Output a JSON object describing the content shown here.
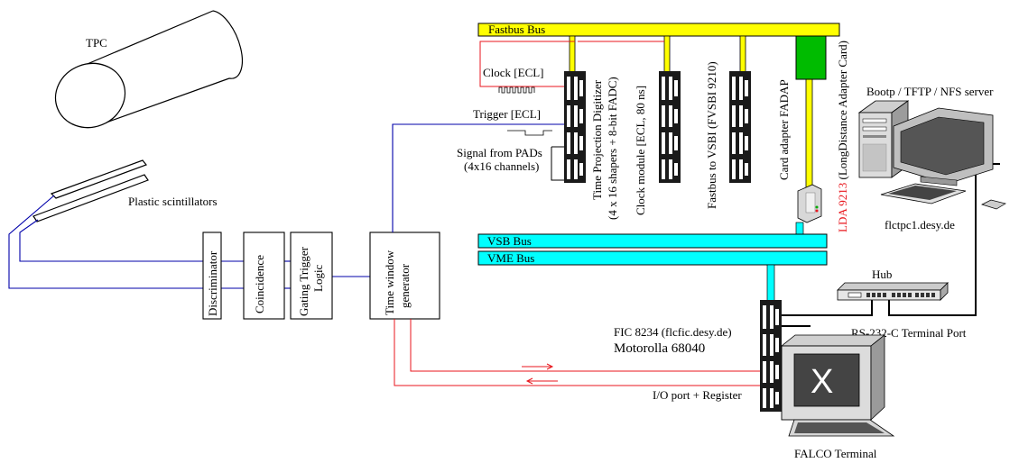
{
  "tpc": {
    "label": "TPC"
  },
  "scintillators": {
    "label": "Plastic scintillators"
  },
  "logic_boxes": {
    "discriminator": "Discriminator",
    "coincidence": "Coincidence",
    "gating_1": "Gating Trigger",
    "gating_2": "Logic",
    "time_window_1": "Time window",
    "time_window_2": "generator"
  },
  "signals": {
    "clock": "Clock [ECL]",
    "trigger": "Trigger [ECL]",
    "pads_1": "Signal from PADs",
    "pads_2": "(4x16 channels)"
  },
  "buses": {
    "fastbus": "Fastbus Bus",
    "vsb": "VSB Bus",
    "vme": "VME Bus"
  },
  "modules": {
    "tpd_1": "Time Projection Digitizer",
    "tpd_2": "(4 x 16 shapers + 8-bit FADC)",
    "clock_module": "Clock module [ECL, 80 ns]",
    "fvsbi": "Fastbus to VSBI (FVSBI 9210)",
    "fadap": "Card adapter FADAP",
    "lda": "LDA 9213",
    "lda_rest": "(LongDistance Adapter Card)"
  },
  "server": {
    "title": "Bootp  / TFTP / NFS server",
    "hostname": "flctpc1.desy.de"
  },
  "hub": {
    "label": "Hub"
  },
  "fic": {
    "label": "FIC 8234  (flcfic.desy.de)",
    "cpu": "Motorolla 68040",
    "io": "I/O port + Register"
  },
  "terminal": {
    "port": "RS-232-C Terminal Port",
    "label": "FALCO Terminal",
    "screen_glyph": "X"
  },
  "colors": {
    "fastbus": "#ffff00",
    "vsb_vme": "#00ffff",
    "fadap": "#00bb00",
    "signal_blue": "#0000aa",
    "signal_red": "#e8161d",
    "black": "#000000"
  }
}
